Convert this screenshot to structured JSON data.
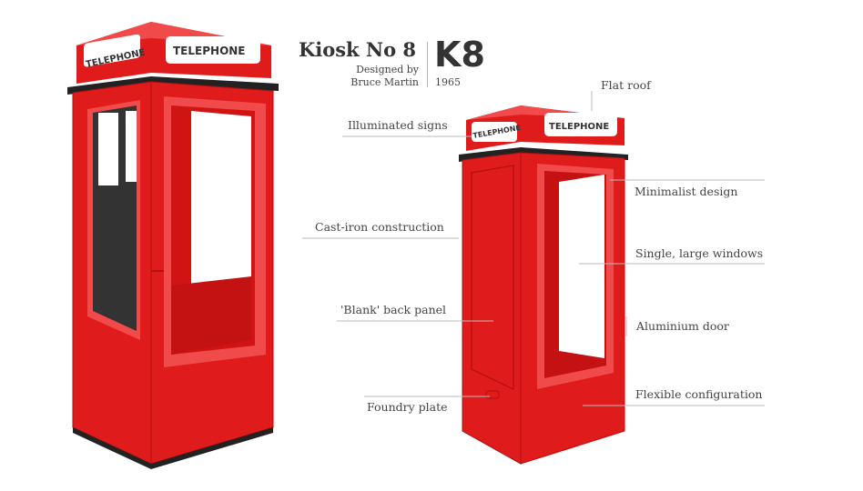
{
  "header": {
    "title": "Kiosk No 8",
    "designed_by_line1": "Designed by",
    "designed_by_line2": "Bruce Martin",
    "model": "K8",
    "year": "1965"
  },
  "signs": {
    "text": "TELEPHONE"
  },
  "annotations": {
    "flat_roof": "Flat roof",
    "illuminated_signs": "Illuminated signs",
    "minimalist_design": "Minimalist design",
    "cast_iron": "Cast-iron construction",
    "single_windows": "Single, large windows",
    "blank_back": "'Blank' back panel",
    "aluminium_door": "Aluminium door",
    "foundry_plate": "Foundry plate",
    "flexible_config": "Flexible configuration"
  },
  "colors": {
    "red": "#e01b1b",
    "red_dark": "#b01010",
    "red_light": "#f04a4a",
    "roof_black": "#222222",
    "interior_dark": "#333333",
    "leader": "#bbbbbb"
  }
}
